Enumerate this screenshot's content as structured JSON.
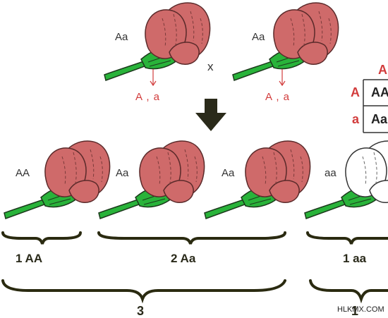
{
  "parents": {
    "left": {
      "genotype": "Aa",
      "gametes": "A , a"
    },
    "right": {
      "genotype": "Aa",
      "gametes": "A , a"
    },
    "cross_symbol": "x"
  },
  "offspring": [
    {
      "genotype": "AA",
      "flower_color": "red"
    },
    {
      "genotype": "Aa",
      "flower_color": "red"
    },
    {
      "genotype": "Aa",
      "flower_color": "red"
    },
    {
      "genotype": "aa",
      "flower_color": "white"
    }
  ],
  "groups": {
    "one_AA": "1 AA",
    "two_Aa": "2 Aa",
    "one_aa": "1 aa",
    "three": "3",
    "one": "1"
  },
  "punnett": {
    "col_header": "A",
    "row_headers": [
      "A",
      "a"
    ],
    "cells": [
      "AA",
      "Aa"
    ]
  },
  "watermark": "HLKMX.COM",
  "colors": {
    "petal": "#cf6a6a",
    "petal_stroke": "#5a2a2a",
    "stem": "#29b33a",
    "stem_stroke": "#1c3a1c",
    "white_petal": "#ffffff",
    "gamete_red": "#d23c3c",
    "arrow_dark": "#2a2a1a",
    "brace": "#2a2a10"
  }
}
